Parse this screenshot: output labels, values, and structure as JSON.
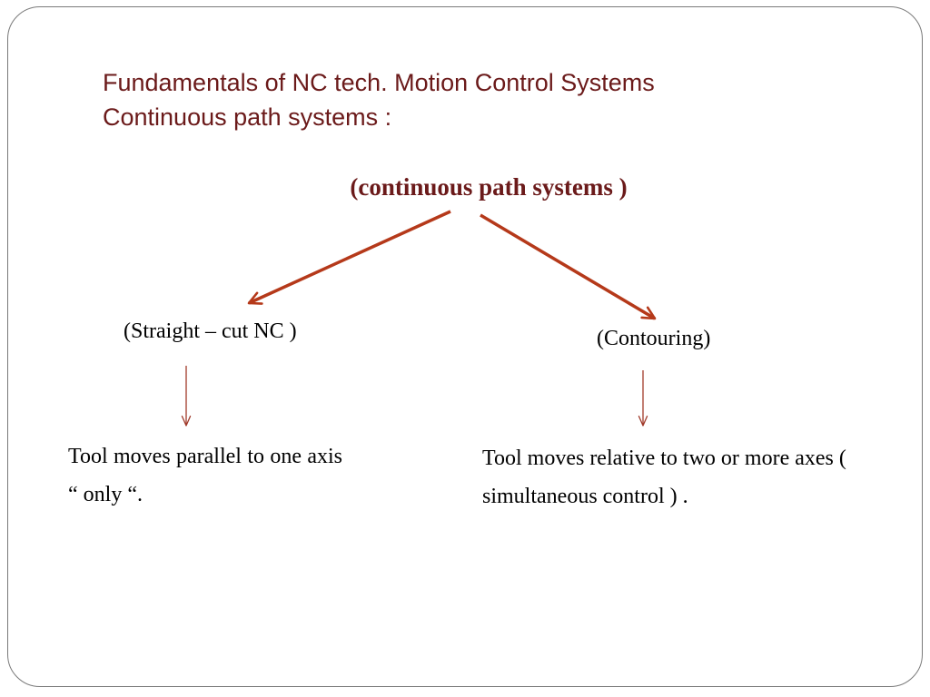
{
  "title": {
    "line1": "Fundamentals of NC tech.  Motion Control Systems",
    "line2": "Continuous path systems :"
  },
  "diagram": {
    "root": "(continuous path systems )",
    "branches": [
      {
        "label": "(Straight – cut NC )",
        "description": "Tool  moves  parallel  to one axis “ only “."
      },
      {
        "label": "(Contouring)",
        "description": "Tool moves relative to two or more axes ( simultaneous control ) ."
      }
    ]
  },
  "colors": {
    "title": "#6b1a1a",
    "primary_arrow": "#b5391a",
    "secondary_arrow": "#a03a2a",
    "text": "#000000",
    "border": "#7a7a7a"
  }
}
